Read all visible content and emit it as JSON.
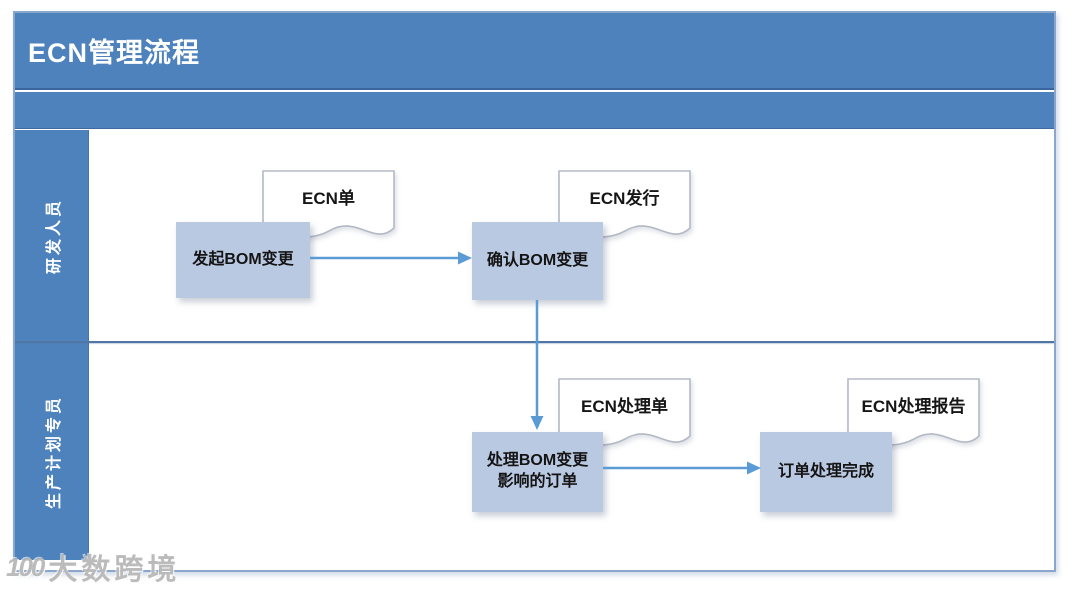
{
  "title": "ECN管理流程",
  "lanes": [
    {
      "label": "研发人员"
    },
    {
      "label": "生产计划专员"
    }
  ],
  "boxes": [
    {
      "id": "start-bom-change",
      "label": "发起BOM变更",
      "lane": "研发人员"
    },
    {
      "id": "confirm-bom-change",
      "label": "确认BOM变更",
      "lane": "研发人员"
    },
    {
      "id": "handle-affected-orders",
      "label": "处理BOM变更\n影响的订单",
      "lane": "生产计划专员"
    },
    {
      "id": "order-processing-done",
      "label": "订单处理完成",
      "lane": "生产计划专员"
    }
  ],
  "documents": [
    {
      "id": "ecn-form",
      "label": "ECN单",
      "attached_to": "发起BOM变更"
    },
    {
      "id": "ecn-release",
      "label": "ECN发行",
      "attached_to": "确认BOM变更"
    },
    {
      "id": "ecn-handling-form",
      "label": "ECN处理单",
      "attached_to": "处理BOM变更影响的订单"
    },
    {
      "id": "ecn-handling-report",
      "label": "ECN处理报告",
      "attached_to": "订单处理完成"
    }
  ],
  "edges": [
    {
      "from": "发起BOM变更",
      "to": "确认BOM变更",
      "direction": "right"
    },
    {
      "from": "确认BOM变更",
      "to": "处理BOM变更影响的订单",
      "direction": "down"
    },
    {
      "from": "处理BOM变更影响的订单",
      "to": "订单处理完成",
      "direction": "right"
    }
  ],
  "watermark": {
    "logo": "100",
    "text": "大数跨境"
  },
  "colors": {
    "band_blue": "#4e82bd",
    "band_divider": "#3a659e",
    "frame_border": "#8aa6cd",
    "lane_divider": "#4f76a4",
    "box_fill": "#bac9e2",
    "doc_border": "#b3bac6",
    "arrow": "#5b9bd5",
    "title_text": "#ffffff",
    "shape_text": "#141414"
  }
}
